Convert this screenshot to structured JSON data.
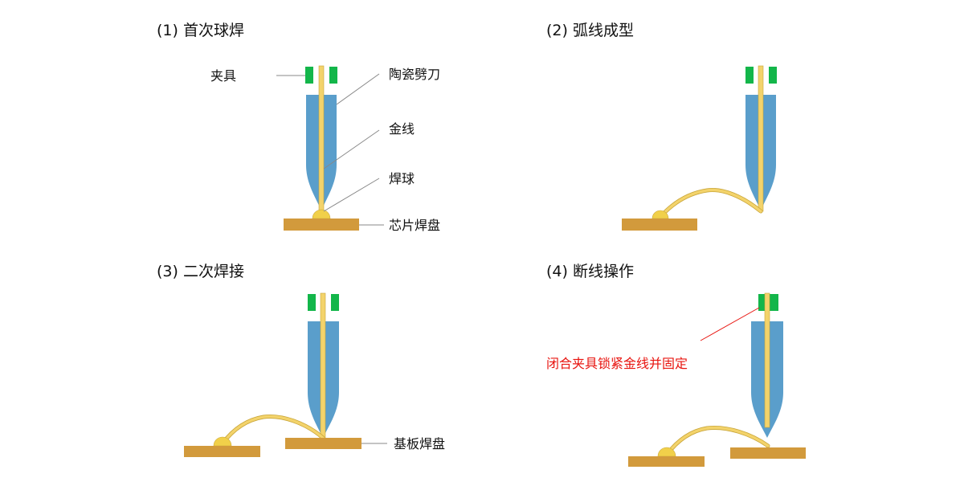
{
  "colors": {
    "capillary": "#5a9ecb",
    "wire": "#f3d36b",
    "wire_outline": "#c9a63a",
    "clamp": "#13b64a",
    "pad": "#d29a3c",
    "ball": "#f1d04a",
    "leader": "#888888",
    "leader_red": "#e8140f",
    "note_red": "#e8140f"
  },
  "panels": [
    {
      "title": "(1) 首次球焊"
    },
    {
      "title": "(2) 弧线成型"
    },
    {
      "title": "(3) 二次焊接"
    },
    {
      "title": "(4) 断线操作"
    }
  ],
  "labels": {
    "clamp": "夹具",
    "capillary": "陶瓷劈刀",
    "gold_wire": "金线",
    "ball": "焊球",
    "chip_pad": "芯片焊盘",
    "substrate_pad": "基板焊盘",
    "clamp_note": "闭合夹具锁紧金线并固定"
  }
}
